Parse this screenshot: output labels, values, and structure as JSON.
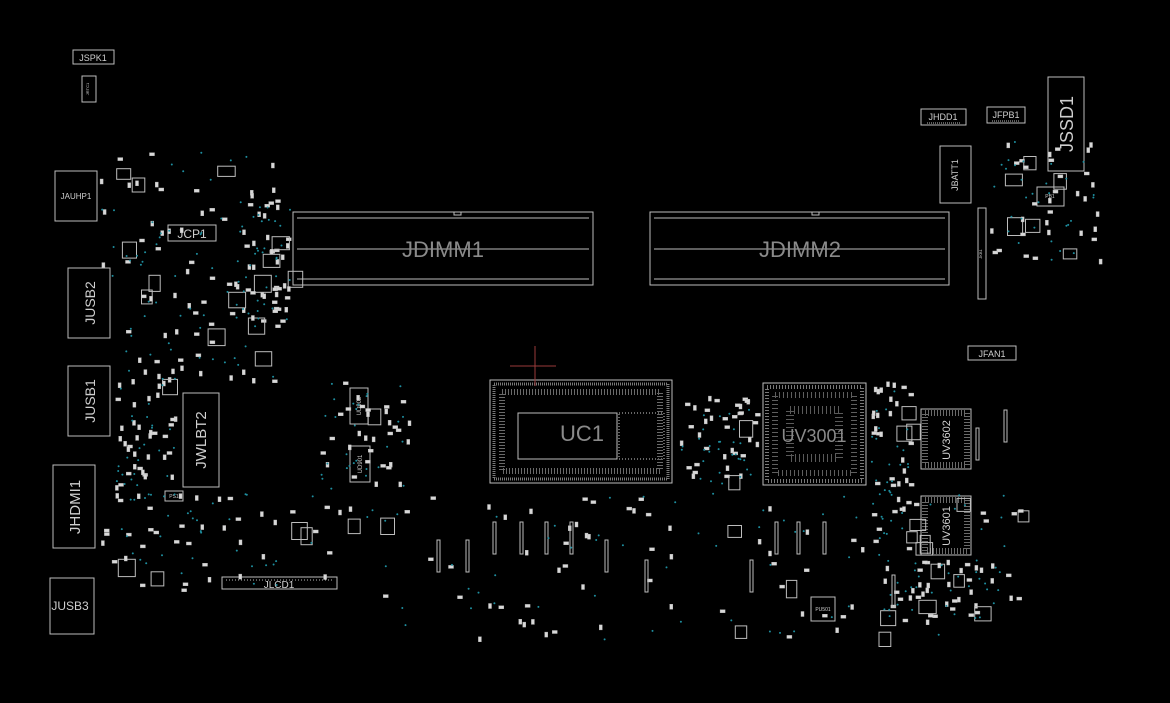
{
  "view": {
    "background": "#000000",
    "outline_color": "#bdbdbd",
    "via_color": "#1e8fa0",
    "cursor_color": "#9a3a3a"
  },
  "components": {
    "jspk1": "JSPK1",
    "jrtc1": "JRTC1",
    "jauhp1": "JAUHP1",
    "jcp1": "JCP1",
    "jusb2": "JUSB2",
    "jusb1": "JUSB1",
    "jwlbt2": "JWLBT2",
    "jhdmi1": "JHDMI1",
    "jusb3": "JUSB3",
    "jlcd1": "JLCD1",
    "jdimm1": "JDIMM1",
    "jdimm2": "JDIMM2",
    "uc1": "UC1",
    "uv3001": "UV3001",
    "uv3602": "UV3602",
    "uv3601": "UV3601",
    "jhdd1": "JHDD1",
    "jfpb1": "JFPB1",
    "jssd1": "JSSD1",
    "jbatt1": "JBATT1",
    "jfan1": "JFAN1",
    "jkb1": "JKB1",
    "ud902": "UD902",
    "ud901": "UD901",
    "pu501": "PU501",
    "ps1": "PS1",
    "pb1": "PB1"
  }
}
